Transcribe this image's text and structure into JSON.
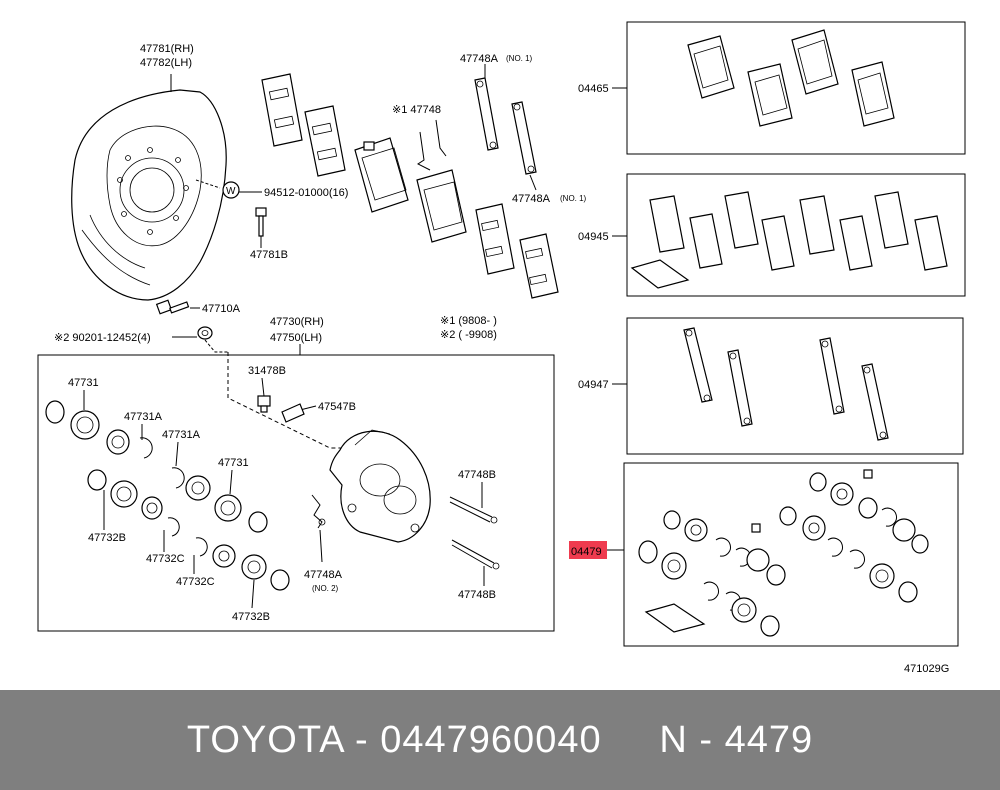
{
  "labels": {
    "shield_rh": "47781(RH)",
    "shield_lh": "47782(LH)",
    "washer_bolt": "94512-01000(16)",
    "w_symbol": "W",
    "bolt_47781b": "47781B",
    "clip_47748": "※1 47748",
    "spring_a_top1": "47748A",
    "no1_a": "(NO. 1)",
    "spring_a_top2": "47748A",
    "no1_b": "(NO. 1)",
    "note1": "※1 (9808-      )",
    "note2": "※2 (      -9908)",
    "bolt_47710a": "47710A",
    "washer_90201": "※2 90201-12452(4)",
    "caliper_rh": "47730(RH)",
    "caliper_lh": "47750(LH)",
    "c47731_1": "47731",
    "c47731a_1": "47731A",
    "c47731a_2": "47731A",
    "c47731_2": "47731",
    "c47732b_1": "47732B",
    "c47732c_1": "47732C",
    "c47732c_2": "47732C",
    "c47732b_2": "47732B",
    "c31478b": "31478B",
    "c47547b": "47547B",
    "c47748b_1": "47748B",
    "c47748b_2": "47748B",
    "c47748a_2": "47748A",
    "no2": "(NO. 2)",
    "k04465": "04465",
    "k04945": "04945",
    "k04947": "04947",
    "k04479": "04479",
    "figure_code": "471029G"
  },
  "footer": {
    "text": "TOYOTA - 0447960040     N - 4479"
  },
  "colors": {
    "highlight": "#ef3b4f",
    "footer_bg": "#7f7f7f",
    "footer_text": "#ffffff"
  }
}
